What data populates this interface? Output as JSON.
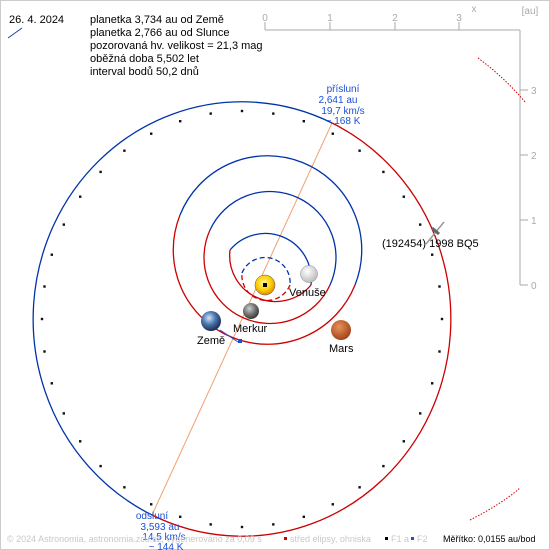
{
  "header": {
    "date": "26. 4. 2024",
    "lines": [
      "planetka 3,734 au od Země",
      "planetka 2,766 au od Slunce",
      "pozorovaná hv. velikost = 21,3 mag",
      "oběžná doba 5,502 let",
      "interval bodů 50,2 dnů"
    ]
  },
  "axes": {
    "unit": "[au]",
    "x_letter": "x",
    "x_ticks": [
      "0",
      "1",
      "2",
      "3"
    ],
    "y_ticks": [
      "3",
      "2",
      "1",
      "0"
    ]
  },
  "perihelion": {
    "title": "přísluní",
    "dist": "2,641 au",
    "speed": "19,7 km/s",
    "temp": "~ 168 K"
  },
  "aphelion": {
    "title": "odsluní",
    "dist": "3,593 au",
    "speed": "14,5 km/s",
    "temp": "~ 144 K"
  },
  "asteroid": {
    "name": "(192454) 1998 BQ5"
  },
  "planets": {
    "venus": "Venuše",
    "earth": "Země",
    "mercury": "Merkur",
    "mars": "Mars"
  },
  "footer": {
    "credit": "© 2024 Astronomia, astronomia.zcu.cz, vygenerováno za 0,09 s",
    "legend_center": "střed elipsy, ohniska",
    "legend_f1": "F1 a",
    "legend_f2": "F2",
    "scale": "Měřítko: 0,0155 au/bod"
  },
  "colors": {
    "orbit_near": "#cc0000",
    "orbit_far": "#0033aa",
    "apsis_line": "#f0a070",
    "label_blue": "#1a4fd6",
    "axis": "#aaaaaa"
  }
}
